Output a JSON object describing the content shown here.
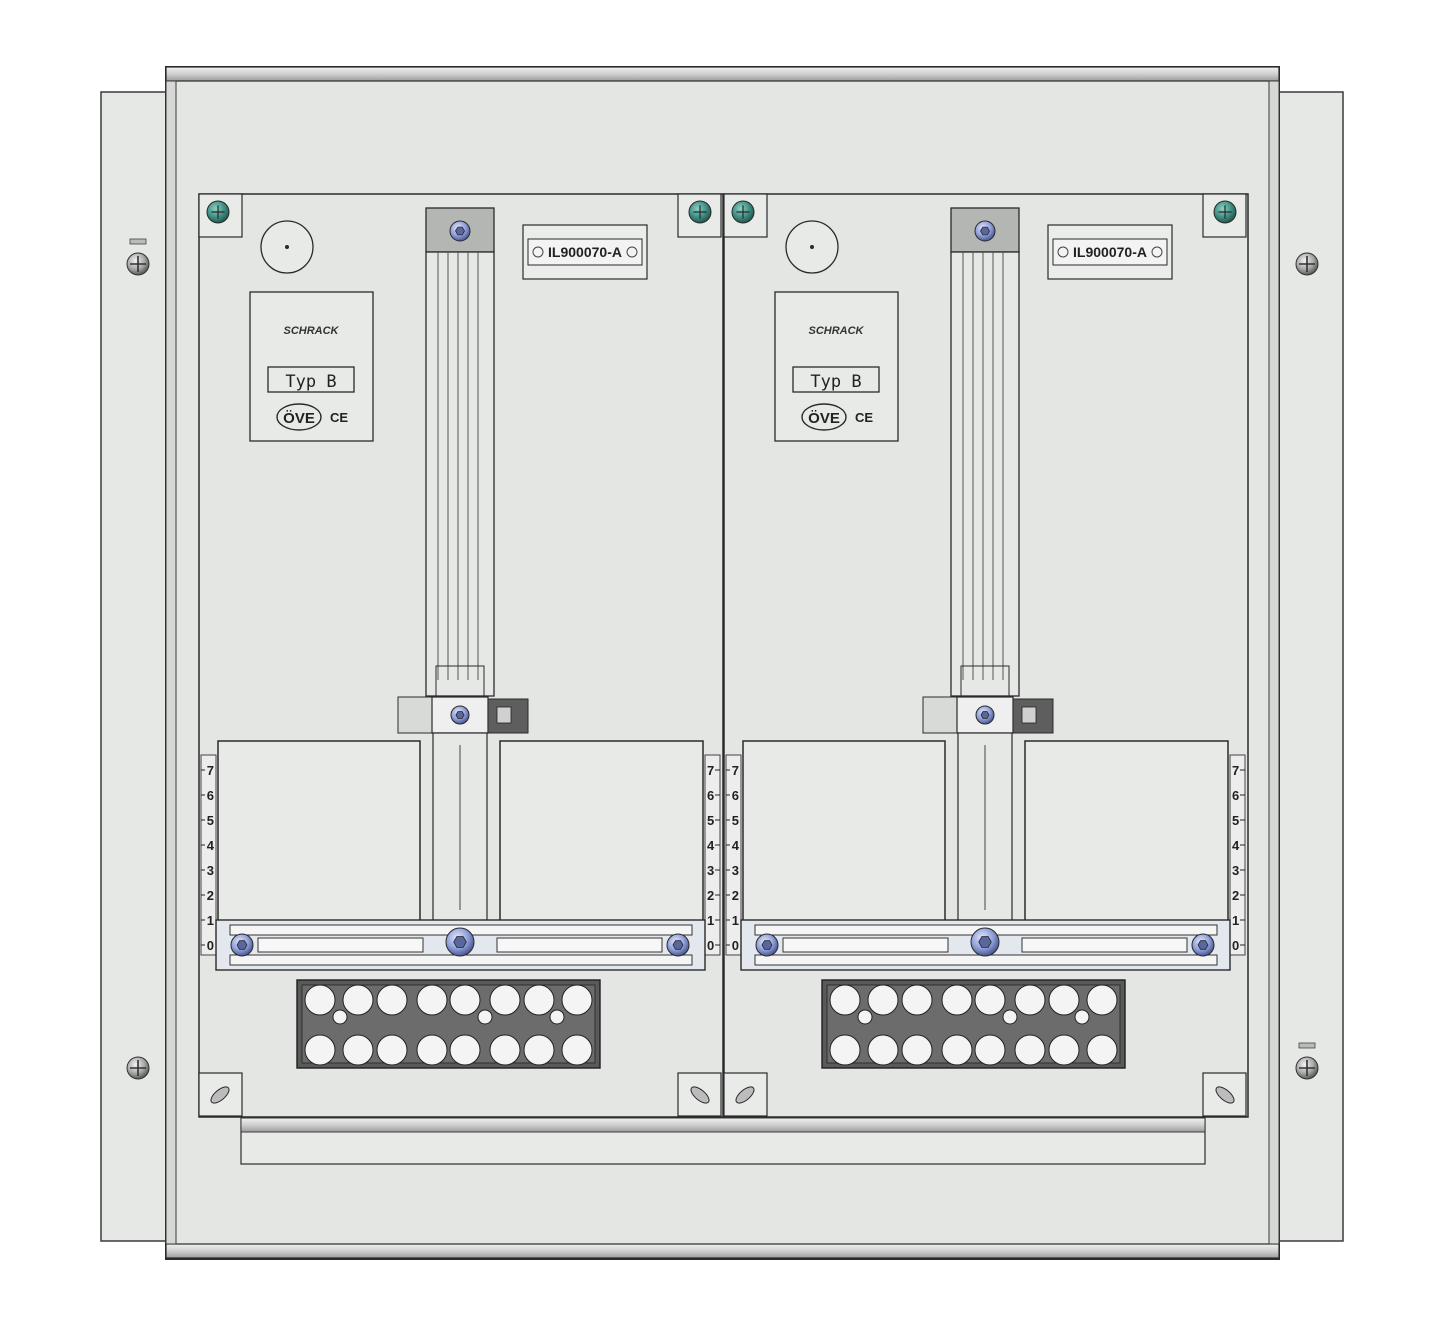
{
  "modules": [
    {
      "brand": "SCHRACK",
      "type_label": "Typ B",
      "approval_mark": "ÖVE",
      "ce_mark": "CE",
      "code_label": "IL900070-A",
      "scale_left": [
        "7",
        "6",
        "5",
        "4",
        "3",
        "2",
        "1",
        "0"
      ],
      "scale_right": [
        "7",
        "6",
        "5",
        "4",
        "3",
        "2",
        "1",
        "0"
      ]
    },
    {
      "brand": "SCHRACK",
      "type_label": "Typ B",
      "approval_mark": "ÖVE",
      "ce_mark": "CE",
      "code_label": "IL900070-A",
      "scale_left": [
        "7",
        "6",
        "5",
        "4",
        "3",
        "2",
        "1",
        "0"
      ],
      "scale_right": [
        "7",
        "6",
        "5",
        "4",
        "3",
        "2",
        "1",
        "0"
      ]
    }
  ],
  "colors": {
    "panel": "#e4e6e4",
    "line": "#3a3a3a",
    "screw_green": "#3f8f84",
    "screw_blue": "#8f9fd8"
  }
}
